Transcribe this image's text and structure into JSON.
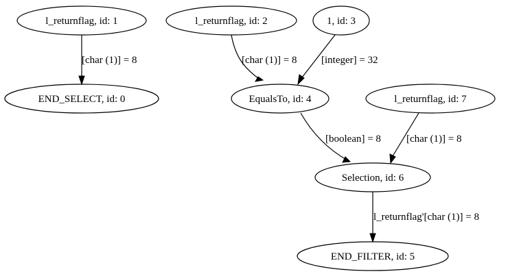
{
  "nodes": {
    "n1": "l_returnflag, id: 1",
    "n0": "END_SELECT, id: 0",
    "n2": "l_returnflag, id: 2",
    "n3": "1, id: 3",
    "n4": "EqualsTo, id: 4",
    "n7": "l_returnflag, id: 7",
    "n6": "Selection, id: 6",
    "n5": "END_FILTER, id: 5"
  },
  "edges": {
    "e1_0": "[char (1)] = 8",
    "e2_4": "[char (1)] = 8",
    "e3_4": "[integer] = 32",
    "e4_6": "[boolean] = 8",
    "e7_6": "[char (1)] = 8",
    "e6_5": "l_returnflag'[char (1)] = 8"
  },
  "colors": {
    "stroke": "#000000",
    "background": "#ffffff"
  }
}
